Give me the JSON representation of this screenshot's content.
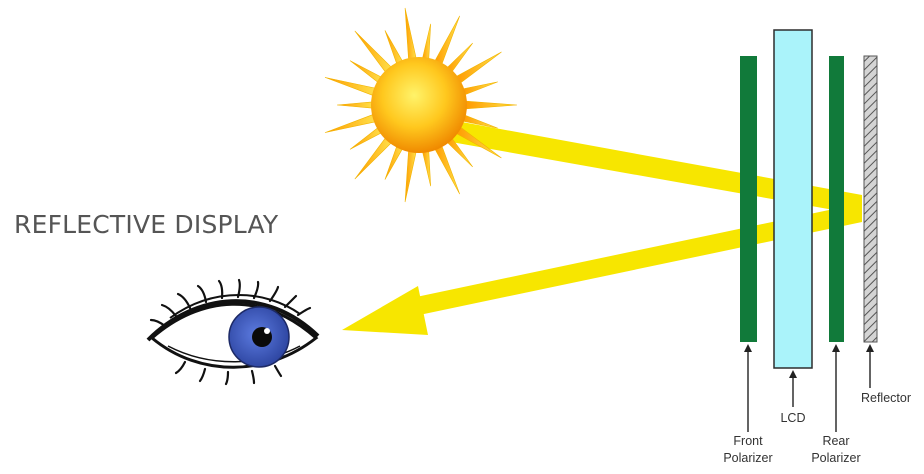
{
  "diagram": {
    "title": "REFLECTIVE DISPLAY",
    "labels": {
      "front_polarizer_line1": "Front",
      "front_polarizer_line2": "Polarizer",
      "lcd": "LCD",
      "rear_polarizer_line1": "Rear",
      "rear_polarizer_line2": "Polarizer",
      "reflector": "Reflector"
    },
    "colors": {
      "light_beam": "#f7e600",
      "polarizer": "#117a3a",
      "lcd": "#aaf3fa",
      "reflector": "#b8b8b8",
      "sun_core": "#ffb400",
      "sun_rays": "#ffc61a",
      "iris": "#3b57b8",
      "title_text": "#555555"
    },
    "icons": [
      "sun-icon",
      "eye-icon"
    ]
  }
}
